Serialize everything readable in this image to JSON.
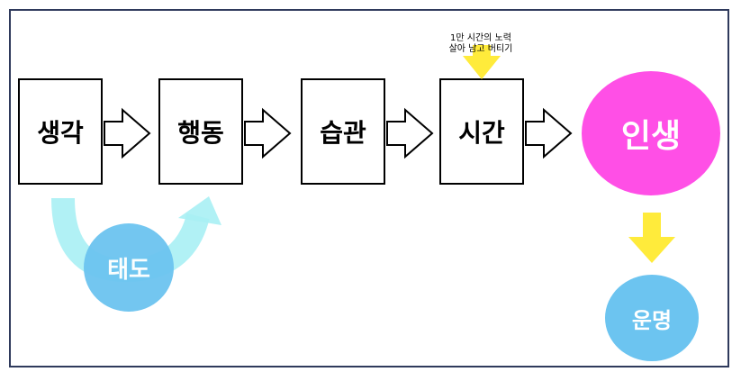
{
  "steps": [
    "생각",
    "행동",
    "습관",
    "시간"
  ],
  "result": "인생",
  "attitude": "태도",
  "fate": "운명",
  "note": {
    "line1": "1만 시간의 노력",
    "line2": "살아 남고 버티기"
  },
  "colors": {
    "frame": "#2f3a5c",
    "result_circle": "#ff4fe6",
    "blue_circle": "#6cc4f0",
    "curve": "#a8f0f4",
    "yellow_arrow": "#ffeb3b"
  }
}
